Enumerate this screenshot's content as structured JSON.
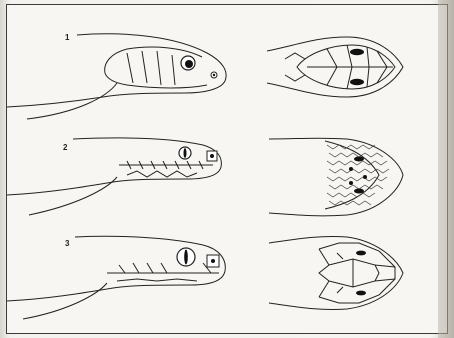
{
  "figure": {
    "panels": [
      {
        "number": "1"
      },
      {
        "number": "2"
      },
      {
        "number": "3"
      }
    ]
  }
}
